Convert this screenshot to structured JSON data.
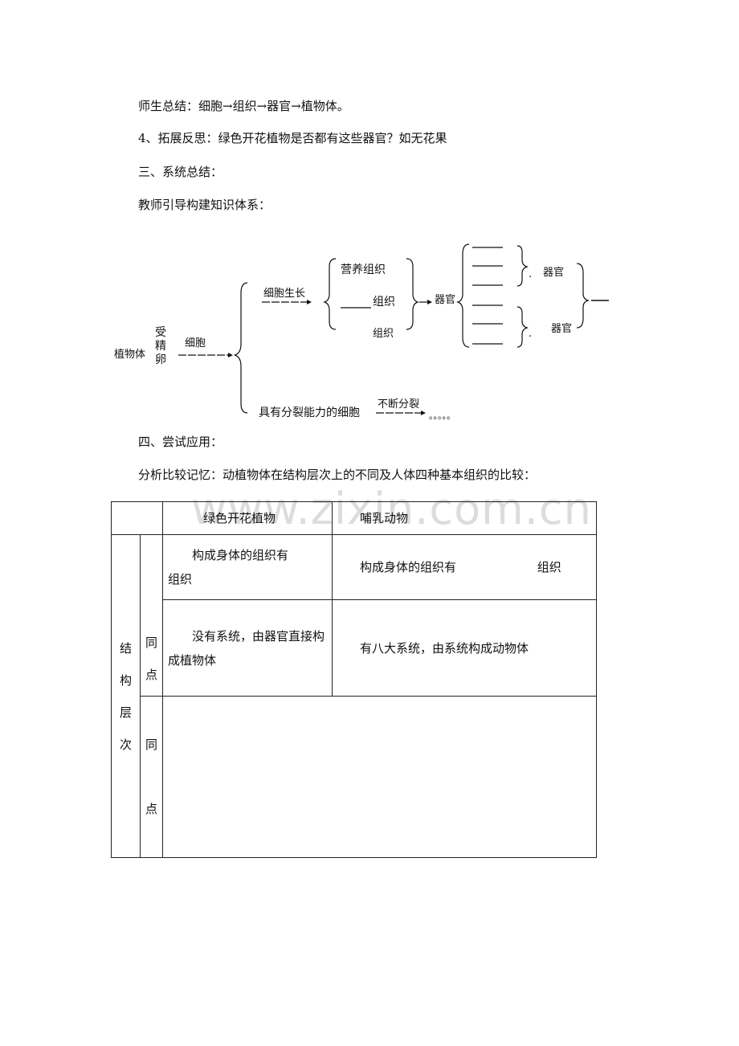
{
  "paragraphs": [
    "师生总结：细胞→组织→器官→植物体。",
    "4、拓展反思：绿色开花植物是否都有这些器官？如无花果",
    "三、系统总结：",
    "教师引导构建知识体系：",
    "四、尝试应用：",
    "分析比较记忆：动植物体在结构层次上的不同及人体四种基本组织的比较："
  ],
  "diagram": {
    "plant_body": "植物体",
    "fertilized_egg": [
      "受",
      "精",
      "卵"
    ],
    "cell_label": "细胞",
    "cell_growth": "细胞生长",
    "tissue_nutrient": "营养组织",
    "tissue_blank": "组织",
    "tissue_third": "组织",
    "organ_mid": "器官",
    "organ_top": "器官",
    "organ_bottom": "器官",
    "dividing_cells": "具有分裂能力的细胞",
    "continuous_division": "不断分裂",
    "ellipsis": "。。。。。"
  },
  "watermark": "www.zixin.com.cn",
  "table": {
    "col_plant": "绿色开花植物",
    "col_mammal": "哺乳动物",
    "row_header": [
      "结",
      "构",
      "层",
      "次"
    ],
    "same_label": [
      "同",
      "点"
    ],
    "diff_label": [
      "同",
      "点"
    ],
    "plant_tissue_line1": "构成身体的组织有",
    "plant_tissue_line2": "组织",
    "mammal_tissue": "构成身体的组织有",
    "mammal_tissue_suffix": "组织",
    "plant_system": "没有系统，由器官直接构成植物体",
    "mammal_system": "有八大系统，由系统构成动物体"
  }
}
